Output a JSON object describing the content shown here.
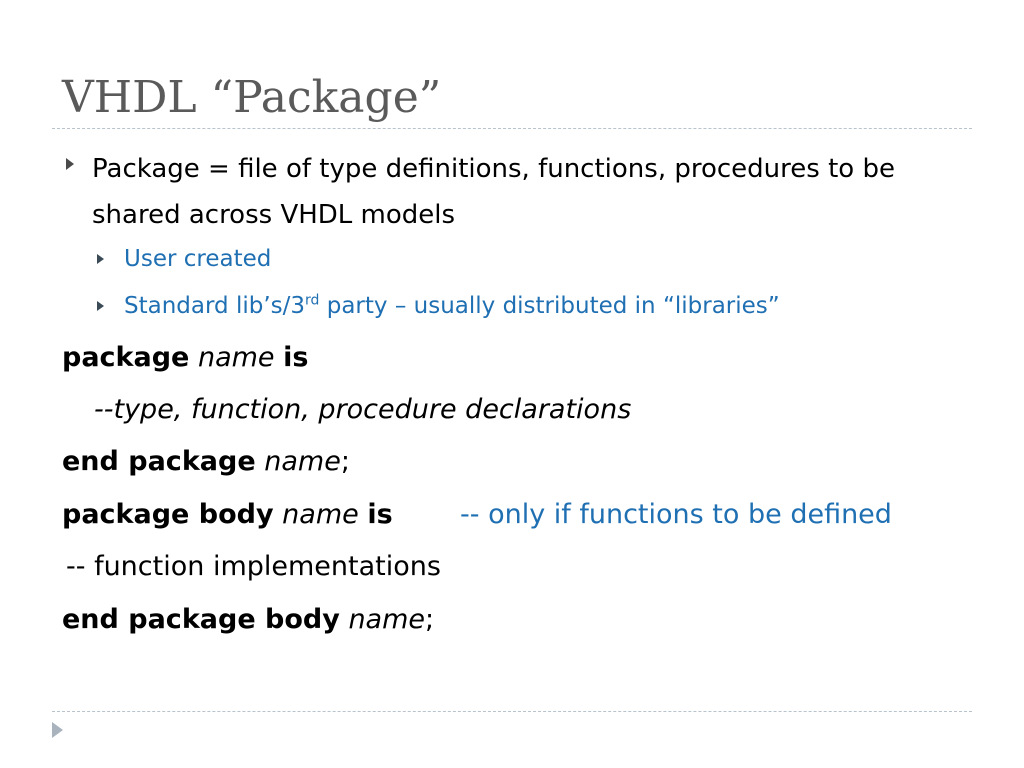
{
  "slide": {
    "title": "VHDL “Package”"
  },
  "bullets": {
    "level1": {
      "text": "Package = file of type definitions, functions, procedures to be shared across VHDL models"
    },
    "level2": [
      {
        "text": "User created"
      },
      {
        "prefix": "Standard lib’s/3",
        "superscript": "rd",
        "suffix": " party – usually distributed in “libraries”"
      }
    ]
  },
  "code": {
    "line1": {
      "kw1": "package",
      "name": "name",
      "kw2": "is"
    },
    "line2": {
      "text": "--type, function, procedure  declarations"
    },
    "line3": {
      "kw1": "end package",
      "name": "name",
      "punct": ";"
    },
    "line4": {
      "kw1": "package body",
      "name": "name",
      "kw2": "is",
      "comment": "-- only if functions to be defined"
    },
    "line5": {
      "text": " -- function implementations"
    },
    "line6": {
      "kw1": "end package body",
      "name": "name",
      "punct": ";"
    }
  },
  "colors": {
    "title": "#5a5a5a",
    "accent_blue": "#1f6fb3",
    "divider": "#b9c3cc"
  },
  "icons": {
    "bullet": "triangle-right-icon",
    "nav": "next-slide-icon"
  }
}
